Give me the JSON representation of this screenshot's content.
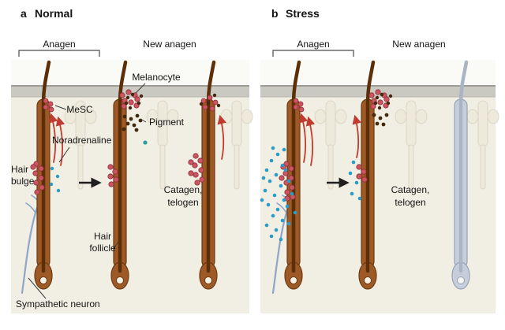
{
  "figure": {
    "panel_a": {
      "tag": "a",
      "title": "Normal",
      "anagen": "Anagen",
      "new_anagen": "New anagen",
      "melanocyte": "Melanocyte",
      "mesc": "MeSC",
      "pigment": "Pigment",
      "noradrenaline": "Noradrenaline",
      "hair_bulge": [
        "Hair",
        "bulge"
      ],
      "catagen": [
        "Catagen,",
        "telogen"
      ],
      "hair_follicle": [
        "Hair",
        "follicle"
      ],
      "sympathetic_neuron": "Sympathetic neuron"
    },
    "panel_b": {
      "tag": "b",
      "title": "Stress",
      "anagen": "Anagen",
      "new_anagen": "New anagen",
      "catagen": [
        "Catagen,",
        "telogen"
      ]
    },
    "colors": {
      "panel_cream": "#f1eee3",
      "above_skin": "#fafaf7",
      "skin_band": "#c9c8c1",
      "skin_line": "#9d9c94",
      "hair_brown": "#9d5a26",
      "hair_brown_dark": "#6f3a10",
      "hair_shaft": "#5c2f08",
      "hair_gray": "#c6cedb",
      "hair_gray_dark": "#96a2b6",
      "hair_gray_shaft": "#a9b4c4",
      "mesc_red": "#cb5560",
      "mesc_red_dark": "#8e2f3a",
      "pigment_dark": "#42290e",
      "noradrenaline_blue": "#2a9cc6",
      "teal_dot": "#2b9f98",
      "arrow_red": "#c23b30",
      "arrow_black": "#1f1f1f",
      "neuron_blue": "#8ea6c8",
      "label_color": "#141414",
      "faint_fill": "#edeadb",
      "faint_stroke": "#dcd7c5"
    }
  }
}
